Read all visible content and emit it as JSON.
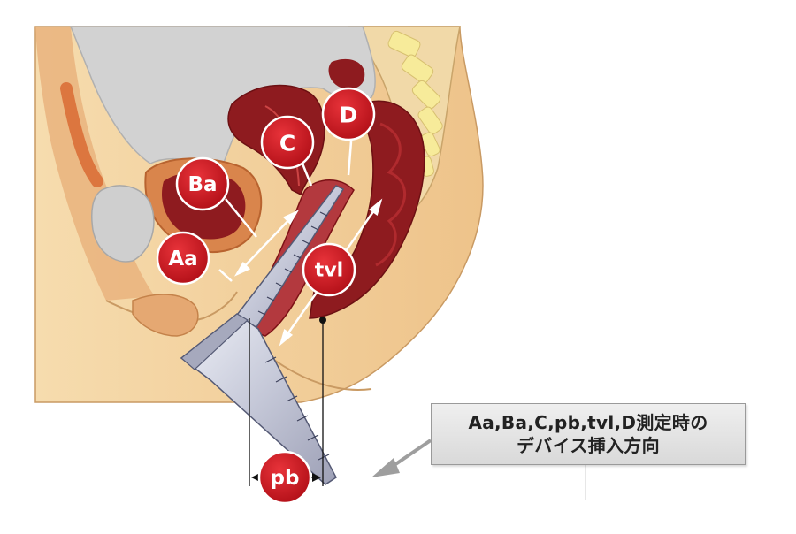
{
  "labels": {
    "ba": "Ba",
    "aa": "Aa",
    "c": "C",
    "d": "D",
    "tvl": "tvl",
    "pb": "pb"
  },
  "callout": {
    "line1": "Aa,Ba,C,pb,tvl,D測定時の",
    "line2": "デバイス挿入方向"
  },
  "colors": {
    "label_fill": "#c4151c",
    "skin": "#f2cf9a",
    "organ_dark": "#8b1a1d",
    "bladder_grey": "#cfcfcf",
    "callout_bg": "#e3e3e3"
  }
}
